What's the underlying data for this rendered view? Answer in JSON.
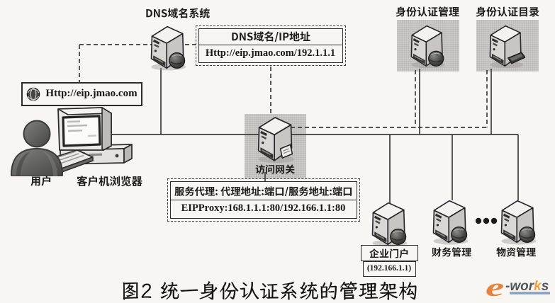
{
  "caption": {
    "text": "图2 统一身份认证系统的管理架构"
  },
  "nodes": {
    "dns_server": {
      "label": "DNS域名系统"
    },
    "identity_mgmt": {
      "label": "身份认证管理"
    },
    "identity_dir": {
      "label": "身份认证目录"
    },
    "gateway": {
      "label": "访问网关"
    },
    "user": {
      "label": "用户"
    },
    "client": {
      "label": "客户机浏览器"
    },
    "portal": {
      "label": "企业门户",
      "address": "(192.166.1.1)"
    },
    "finance": {
      "label": "财务管理"
    },
    "material": {
      "label": "物资管理"
    },
    "more_servers": {
      "label": "..."
    }
  },
  "callouts": {
    "browser_url": {
      "text": "Http://eip.jmao.com"
    },
    "dns_mapping": {
      "header": "DNS域名/IP地址",
      "value": "Http://eip.jmao.com/192.1.1.1"
    },
    "service_proxy": {
      "header": "服务代理: 代理地址:端口/服务地址:端口",
      "value": "EIPProxy:168.1.1.1:80/192.166.1.1:80"
    }
  },
  "logo": {
    "e": "e",
    "prefix": "-wor",
    "accent": "k",
    "suffix": "s",
    "full": "e-works"
  },
  "colors": {
    "line": "#3c3c3a",
    "panel": "#cbcac6",
    "accent_orange": "#e8833e",
    "logo_grey": "#55565a",
    "logo_blue": "#8aa2c0"
  }
}
